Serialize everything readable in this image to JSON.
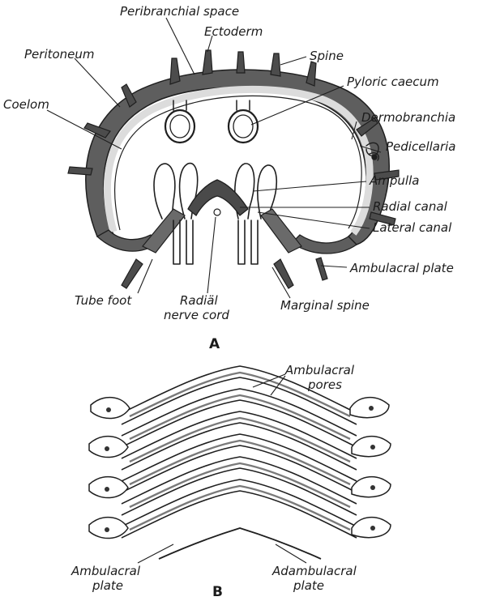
{
  "figure_a": {
    "letter": "A",
    "labels": {
      "peribranchial_space": "Peribranchial space",
      "ectoderm": "Ectoderm",
      "spine": "Spine",
      "peritoneum": "Peritoneum",
      "pyloric_caecum": "Pyloric caecum",
      "coelom": "Coelom",
      "dermobranchia": "Dermobranchia",
      "pedicellaria": "Pedicellaria",
      "ampulla": "Ampulla",
      "radial_canal": "Radial canal",
      "lateral_canal": "Lateral canal",
      "ambulacral_plate": "Ambulacral plate",
      "tube_foot": "Tube foot",
      "radial_nerve_cord_line1": "Radiäl",
      "radial_nerve_cord_line2": "nerve cord",
      "marginal_spine": "Marginal spine"
    }
  },
  "figure_b": {
    "letter": "B",
    "labels": {
      "ambulacral_pores_line1": "Ambulacral",
      "ambulacral_pores_line2": "pores",
      "ambulacral_plate_line1": "Ambulacral",
      "ambulacral_plate_line2": "plate",
      "adambulacral_plate_line1": "Adambulacral",
      "adambulacral_plate_line2": "plate"
    }
  },
  "colors": {
    "ink": "#1f1f1f",
    "tissue_dark": "#5a5a5a",
    "tissue_light": "#d8d8d8",
    "background": "#ffffff"
  }
}
